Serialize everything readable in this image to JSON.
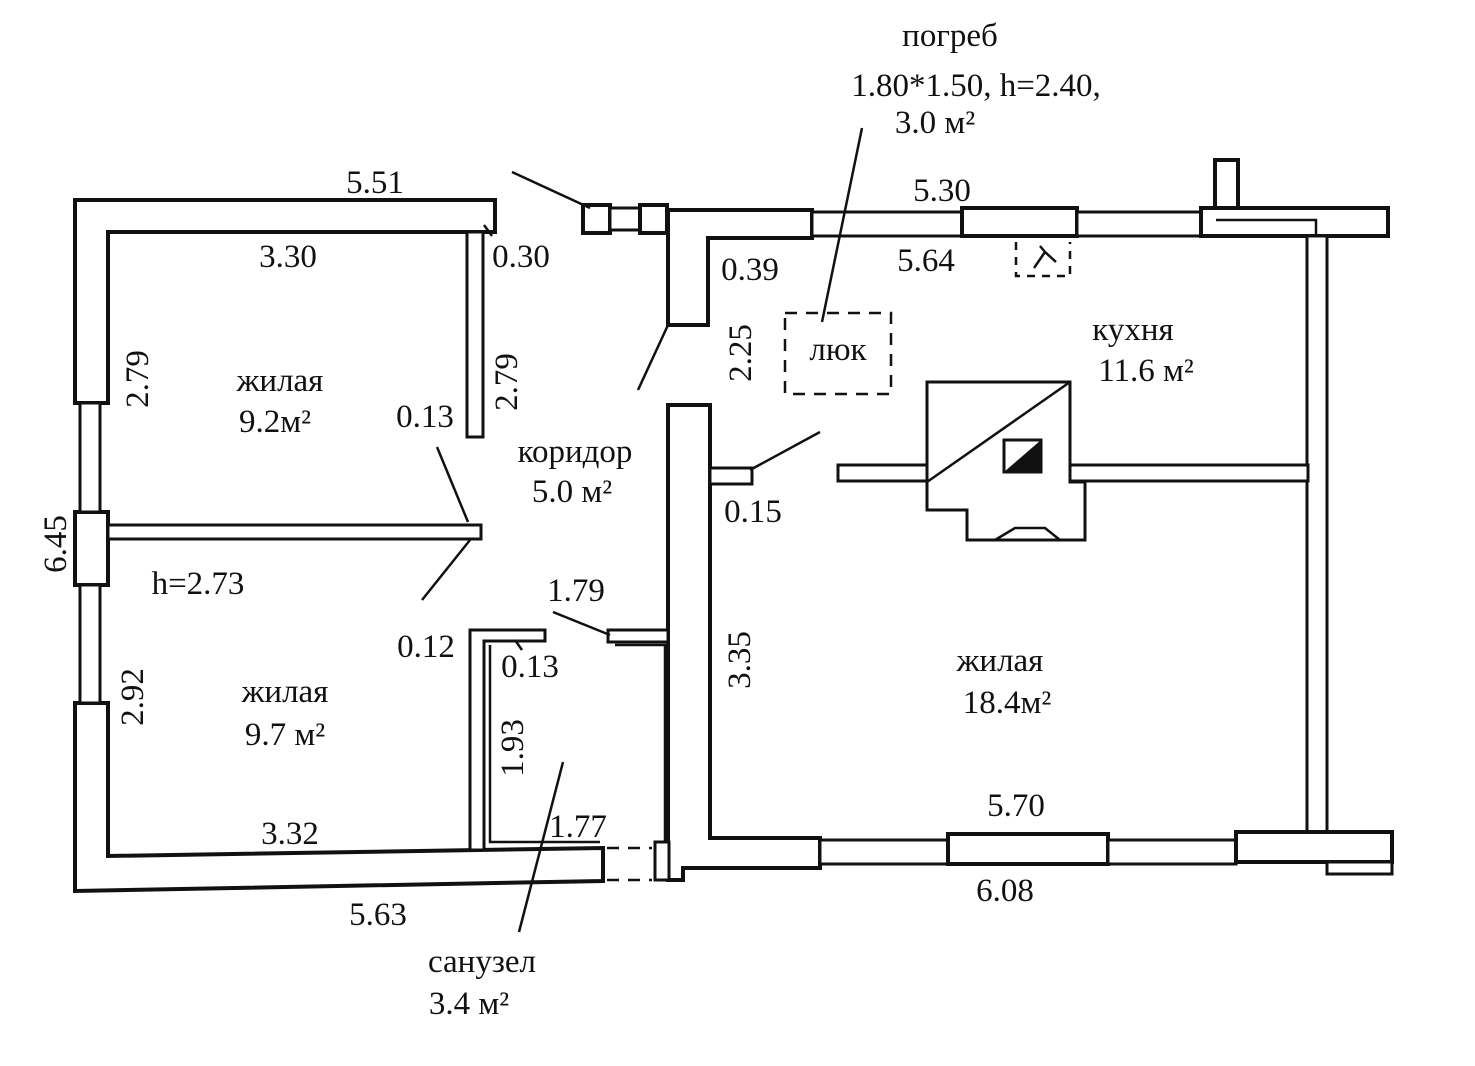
{
  "colors": {
    "ink": "#111111",
    "paper": "#ffffff"
  },
  "cellar": {
    "title": "погреб",
    "size": "1.80*1.50, h=2.40,",
    "area": "3.0 м²",
    "hatch_label": "люк"
  },
  "rooms": {
    "living_top": {
      "name": "жилая",
      "area": "9.2м²"
    },
    "living_bottom": {
      "name": "жилая",
      "area": "9.7 м²"
    },
    "corridor": {
      "name": "коридор",
      "area": "5.0 м²"
    },
    "kitchen": {
      "name": "кухня",
      "area": "11.6 м²"
    },
    "living_large": {
      "name": "жилая",
      "area": "18.4м²"
    },
    "bathroom": {
      "name": "санузел",
      "area": "3.4 м²"
    }
  },
  "ceiling_height": "h=2.73",
  "dimensions": {
    "top_left_outer": "5.51",
    "top_left_inner": "3.30",
    "wall_0_30": "0.30",
    "left_upper_side": "2.79",
    "partition_upper_side": "2.79",
    "overall_height": "6.45",
    "partition_0_13_a": "0.13",
    "partition_0_12": "0.12",
    "partition_0_13_b": "0.13",
    "left_lower_side": "2.92",
    "bottom_left_inner": "3.32",
    "bottom_left_outer": "5.63",
    "bath_depth": "1.93",
    "bath_width": "1.77",
    "corridor_1_79": "1.79",
    "top_right_outer": "5.30",
    "top_right_inner": "5.64",
    "wall_0_39": "0.39",
    "corridor_2_25": "2.25",
    "wall_0_15": "0.15",
    "center_3_35": "3.35",
    "bottom_right_inner": "5.70",
    "bottom_right_outer": "6.08"
  }
}
